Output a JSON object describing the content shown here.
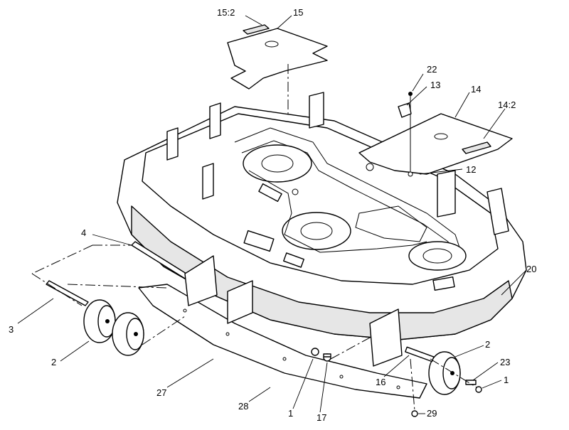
{
  "callouts": [
    {
      "id": "c-15-2",
      "text": "15:2"
    },
    {
      "id": "c-15",
      "text": "15"
    },
    {
      "id": "c-22",
      "text": "22"
    },
    {
      "id": "c-13",
      "text": "13"
    },
    {
      "id": "c-14",
      "text": "14"
    },
    {
      "id": "c-14-2",
      "text": "14:2"
    },
    {
      "id": "c-12",
      "text": "12"
    },
    {
      "id": "c-4",
      "text": "4"
    },
    {
      "id": "c-20",
      "text": "20"
    },
    {
      "id": "c-3",
      "text": "3"
    },
    {
      "id": "c-2-left",
      "text": "2"
    },
    {
      "id": "c-2-right",
      "text": "2"
    },
    {
      "id": "c-23",
      "text": "23"
    },
    {
      "id": "c-1-right",
      "text": "1"
    },
    {
      "id": "c-16",
      "text": "16"
    },
    {
      "id": "c-27",
      "text": "27"
    },
    {
      "id": "c-28",
      "text": "28"
    },
    {
      "id": "c-1-bottom",
      "text": "1"
    },
    {
      "id": "c-17",
      "text": "17"
    },
    {
      "id": "c-29",
      "text": "29"
    }
  ],
  "colors": {
    "line": "#000000",
    "background": "#ffffff",
    "shade": "#e6e6e6"
  }
}
